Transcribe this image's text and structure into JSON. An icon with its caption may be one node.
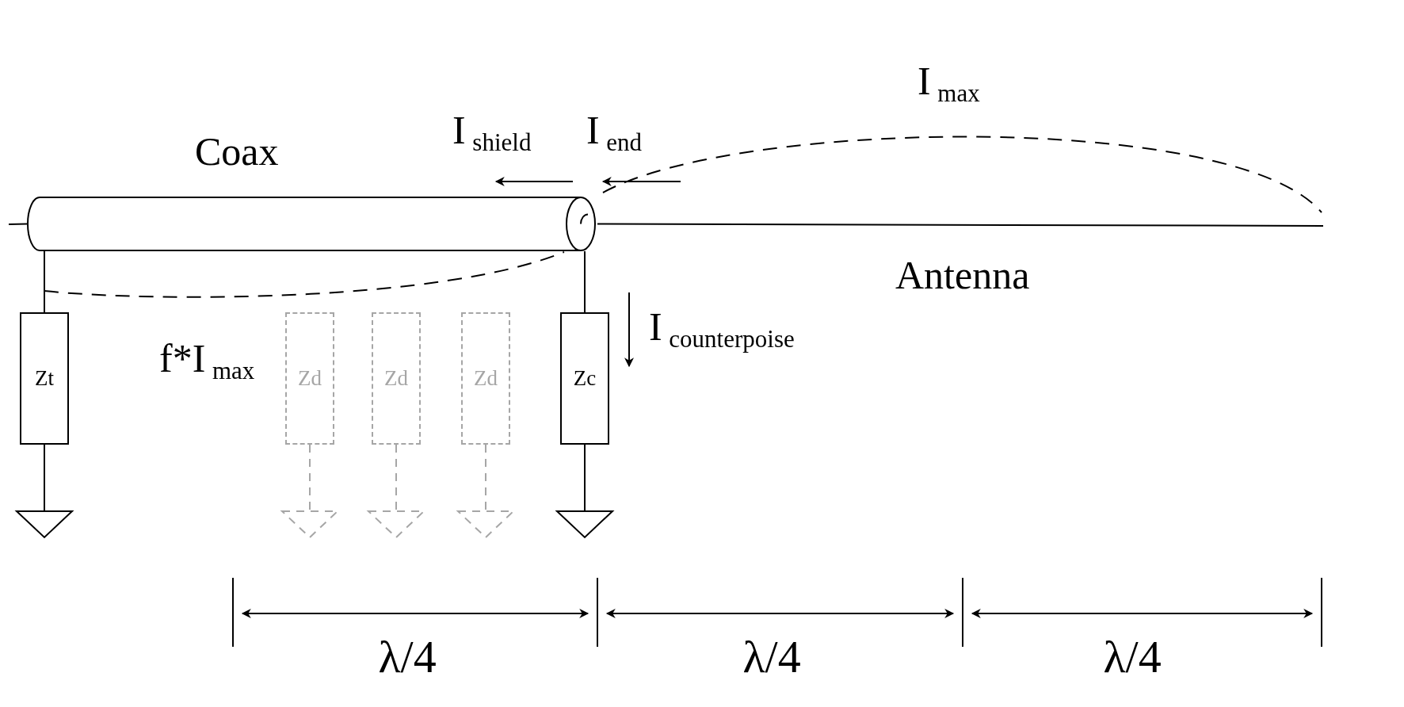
{
  "diagram": {
    "nodes": [
      {
        "text": [
          "Coax"
        ]
      },
      {
        "text": [
          "Zt"
        ]
      },
      {
        "text": [
          "Zd"
        ]
      },
      {
        "text": [
          "Zd"
        ]
      },
      {
        "text": [
          "Zd"
        ]
      },
      {
        "text": [
          "Zc"
        ]
      },
      {
        "text": [],
        "shape": "triangle"
      },
      {
        "text": [],
        "shape": "triangle"
      },
      {
        "text": [],
        "shape": "triangle"
      },
      {
        "text": [],
        "shape": "triangle"
      },
      {
        "text": [],
        "shape": "triangle"
      }
    ],
    "edges": [
      {
        "from": 0,
        "to": 1,
        "arrow": "none"
      },
      {
        "from": 1,
        "to": 6,
        "arrow": "none"
      },
      {
        "from": 2,
        "to": 7,
        "arrow": "none",
        "style": "dashed",
        "color": "#a6a6a6"
      },
      {
        "from": 3,
        "to": 8,
        "arrow": "none",
        "style": "dashed",
        "color": "#a6a6a6"
      },
      {
        "from": 4,
        "to": 9,
        "arrow": "none",
        "style": "dashed",
        "color": "#a6a6a6"
      },
      {
        "from": 0,
        "to": 5,
        "arrow": "none"
      },
      {
        "from": 5,
        "to": 10,
        "arrow": "none"
      },
      {
        "from": 0,
        "to": null,
        "arrow": "none"
      },
      {
        "from": null,
        "to": 0,
        "arrow": "none"
      }
    ],
    "labels": [
      "I$_{max}$",
      "I$_{shield}$",
      "I$_{end}$",
      "Antenna",
      "I$_{counterpoise}$",
      "f*I$_{max}$",
      "λ/4",
      "λ/4",
      "λ/4"
    ]
  }
}
